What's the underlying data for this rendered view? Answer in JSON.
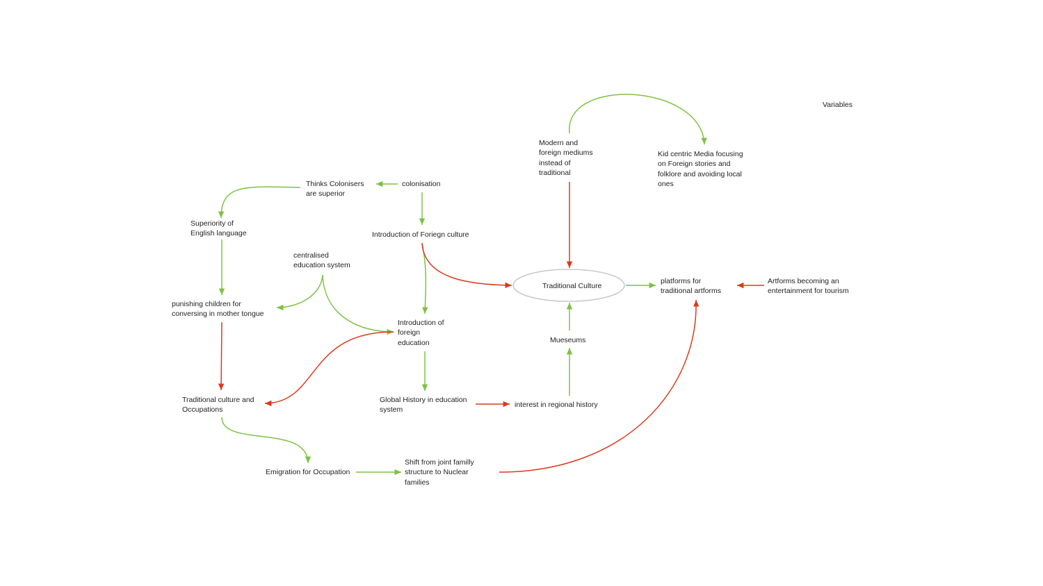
{
  "colors": {
    "positive": "#7dc243",
    "negative": "#e0381c",
    "ellipse_stroke": "#c9c9c9",
    "text": "#222222"
  },
  "legend": {
    "title": "Variables"
  },
  "nodes": {
    "modern_mediums": "Modern and\nforeign mediums\ninstead of\ntraditional",
    "kid_media": "Kid centric Media focusing\non Foreign stories and\nfolklore and avoiding local\nones",
    "thinks_colonisers": "Thinks Colonisers\nare superior",
    "colonisation": "colonisation",
    "superiority_english": "Superiority of\nEnglish language",
    "intro_culture": "Introduction of Foriegn culture",
    "centralised_education": "centralised\neducation system",
    "traditional_culture": "Traditional Culture",
    "platforms": "platforms for\ntraditional artforms",
    "artforms_tourism": "Artforms becoming an\nentertainment for tourism",
    "punishing_children": "punishing children for\nconversing in mother tongue",
    "intro_education": "Introduction of\nforeign\neducation",
    "museums": "Mueseums",
    "trad_occupations": "Traditional culture and\nOccupations",
    "global_history": "Global History in education\nsystem",
    "regional_history": "interest in regional history",
    "emigration": "Emigration for Occupation",
    "shift_families": "Shift from joint familly\nstructure to Nuclear\nfamilies"
  },
  "links": [
    {
      "from": "modern_mediums",
      "to": "kid_media",
      "polarity": "positive"
    },
    {
      "from": "modern_mediums",
      "to": "traditional_culture",
      "polarity": "negative"
    },
    {
      "from": "colonisation",
      "to": "thinks_colonisers",
      "polarity": "positive"
    },
    {
      "from": "colonisation",
      "to": "intro_culture",
      "polarity": "positive"
    },
    {
      "from": "thinks_colonisers",
      "to": "superiority_english",
      "polarity": "positive"
    },
    {
      "from": "superiority_english",
      "to": "punishing_children",
      "polarity": "positive"
    },
    {
      "from": "centralised_education",
      "to": "punishing_children",
      "polarity": "positive"
    },
    {
      "from": "centralised_education",
      "to": "intro_education",
      "polarity": "positive"
    },
    {
      "from": "intro_culture",
      "to": "intro_education",
      "polarity": "positive"
    },
    {
      "from": "intro_culture",
      "to": "traditional_culture",
      "polarity": "negative"
    },
    {
      "from": "traditional_culture",
      "to": "platforms",
      "polarity": "positive"
    },
    {
      "from": "artforms_tourism",
      "to": "platforms",
      "polarity": "negative"
    },
    {
      "from": "punishing_children",
      "to": "trad_occupations",
      "polarity": "negative"
    },
    {
      "from": "intro_education",
      "to": "trad_occupations",
      "polarity": "negative"
    },
    {
      "from": "intro_education",
      "to": "global_history",
      "polarity": "positive"
    },
    {
      "from": "global_history",
      "to": "regional_history",
      "polarity": "negative"
    },
    {
      "from": "regional_history",
      "to": "museums",
      "polarity": "positive"
    },
    {
      "from": "museums",
      "to": "traditional_culture",
      "polarity": "positive"
    },
    {
      "from": "trad_occupations",
      "to": "emigration",
      "polarity": "positive"
    },
    {
      "from": "emigration",
      "to": "shift_families",
      "polarity": "positive"
    },
    {
      "from": "shift_families",
      "to": "platforms",
      "polarity": "negative"
    }
  ]
}
